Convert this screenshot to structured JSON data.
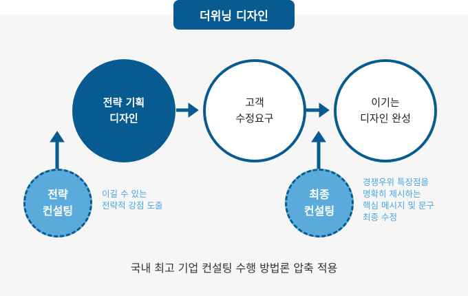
{
  "title": "더위닝 디자인",
  "steps": [
    {
      "label": "전략 기획\n디자인"
    },
    {
      "label": "고객\n수정요구"
    },
    {
      "label": "이기는\n디자인 완성"
    }
  ],
  "consulting": [
    {
      "label": "전략\n컨설팅",
      "note": "이길 수 있는\n전략적 강점 도출"
    },
    {
      "label": "최종\n컨설팅",
      "note": "경쟁우위 특장점을\n명확히 제시하는\n핵심 메시지 및 문구\n최종 수정"
    }
  ],
  "footer": "국내 최고 기업 컨설팅 수행 방법론 압축 적용",
  "colors": {
    "primary": "#075b91",
    "light": "#5aabdb",
    "note": "#4ba6df"
  }
}
